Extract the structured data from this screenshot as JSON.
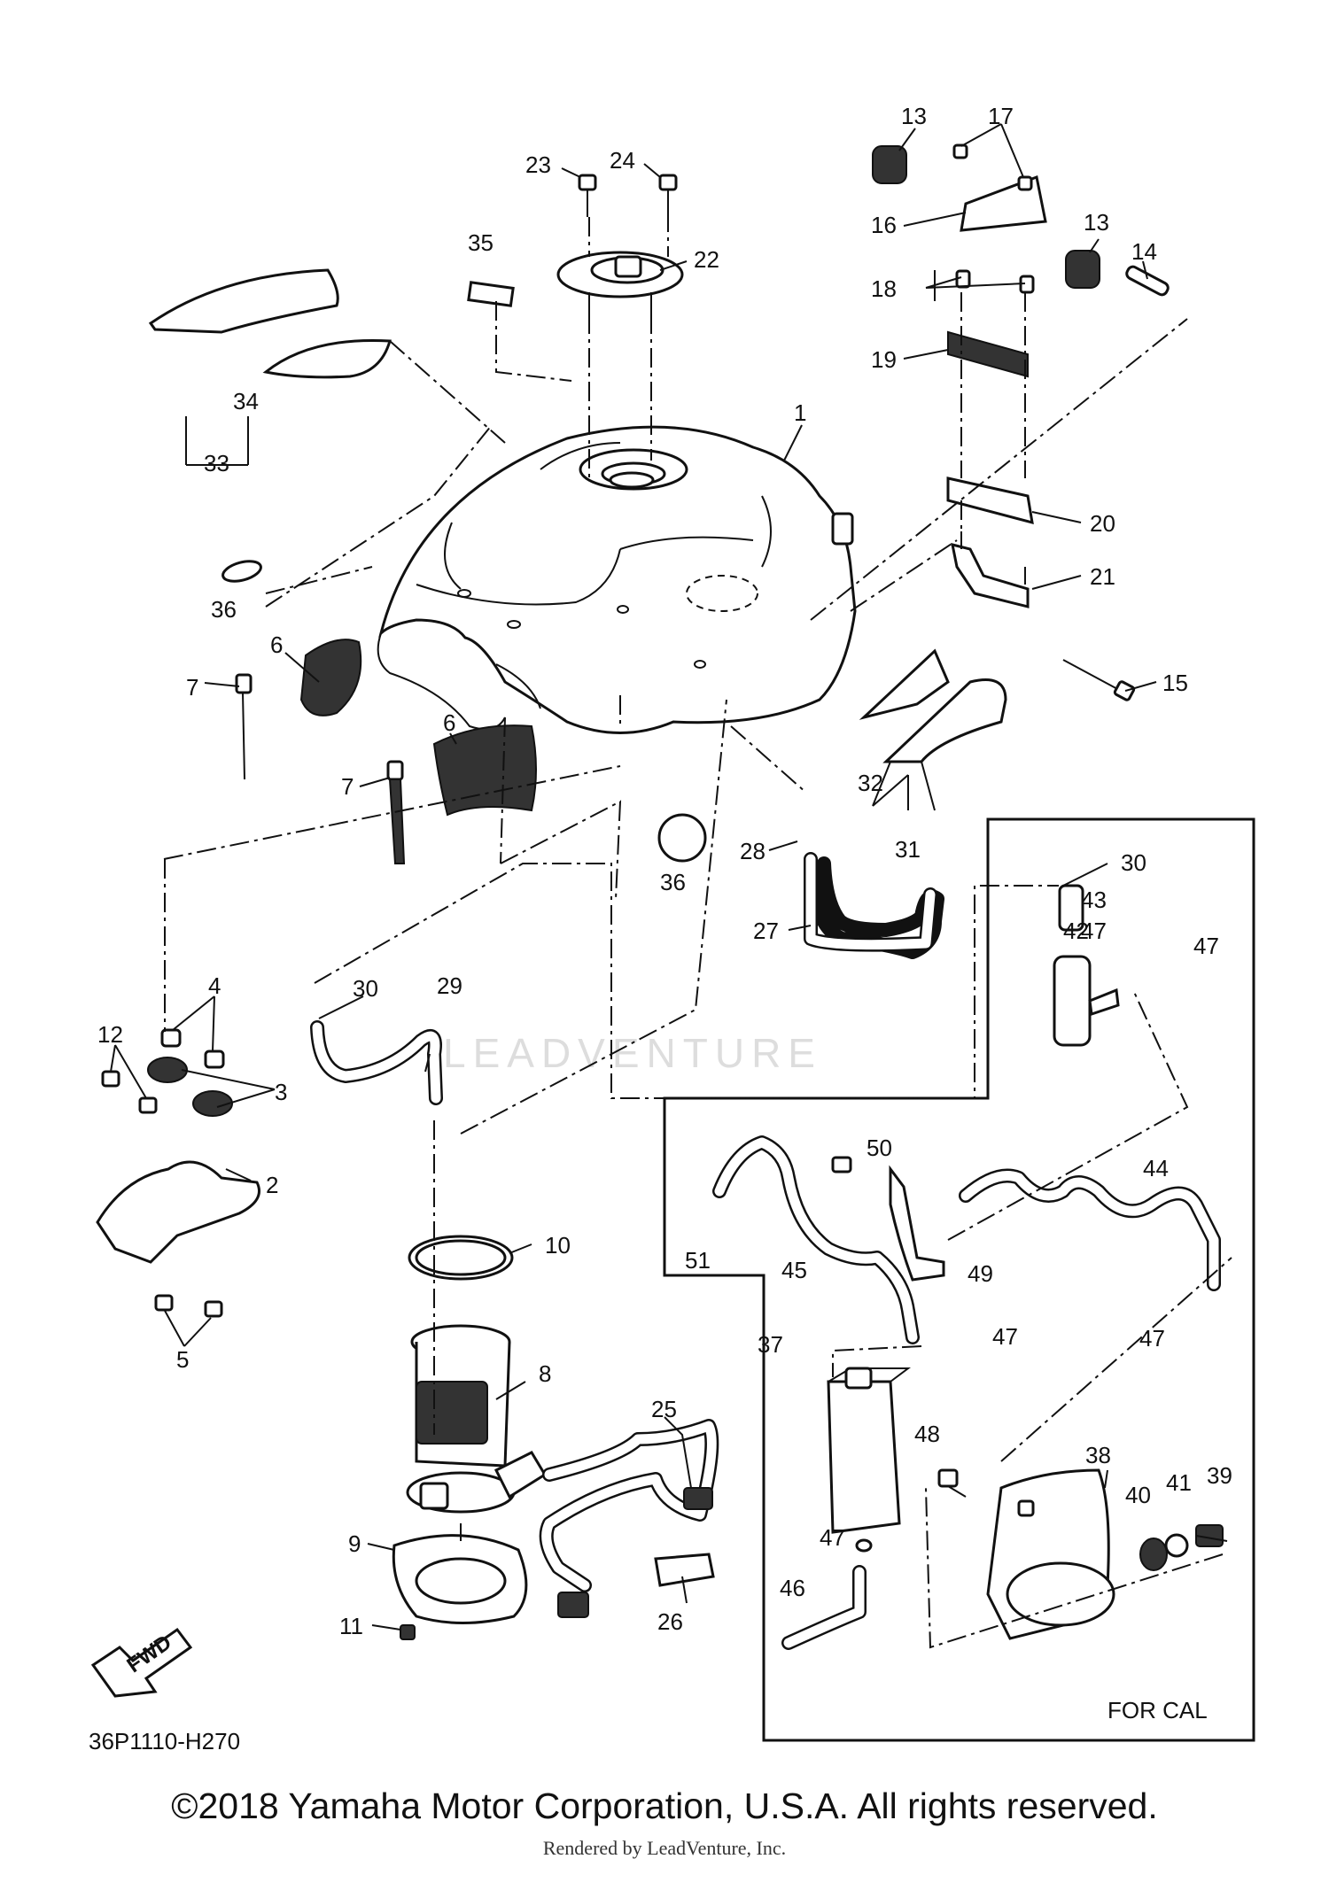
{
  "diagram": {
    "title": "",
    "part_code": "36P1110-H270",
    "region_label": "FOR CAL",
    "fwd_label": "FWD",
    "watermark": "LEADVENTURE",
    "callouts": [
      "1",
      "2",
      "3",
      "4",
      "5",
      "6",
      "6",
      "7",
      "7",
      "8",
      "9",
      "10",
      "11",
      "12",
      "13",
      "13",
      "14",
      "15",
      "16",
      "17",
      "18",
      "19",
      "20",
      "21",
      "22",
      "23",
      "24",
      "25",
      "26",
      "27",
      "28",
      "29",
      "30",
      "30",
      "31",
      "32",
      "33",
      "34",
      "35",
      "36",
      "36",
      "37",
      "38",
      "39",
      "40",
      "41",
      "42",
      "43",
      "44",
      "45",
      "46",
      "47",
      "47",
      "47",
      "47",
      "47",
      "48",
      "49",
      "50",
      "51"
    ]
  },
  "footer": {
    "copyright": "©2018 Yamaha Motor Corporation, U.S.A. All rights reserved.",
    "rendered_by": "Rendered by LeadVenture, Inc."
  }
}
